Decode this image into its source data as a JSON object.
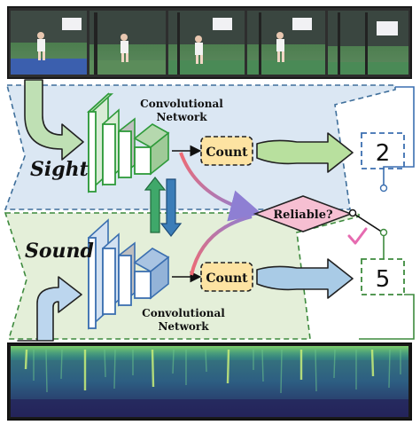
{
  "branches": {
    "sight": "Sight",
    "sound": "Sound"
  },
  "networks": {
    "top_label_line1": "Convolutional",
    "top_label_line2": "Network",
    "bottom_label_line1": "Convolutional",
    "bottom_label_line2": "Network"
  },
  "count_top": "Count",
  "count_bottom": "Count",
  "decision": "Reliable?",
  "outputs": {
    "sight_count": "2",
    "sound_count": "5"
  },
  "colors": {
    "sight_panel": "#dbe7f3",
    "sound_panel": "#e4efd9",
    "sight_accent": "#2e9a3a",
    "sound_accent": "#3b6fb0",
    "count_fill": "#fde3a2",
    "decision_fill": "#f6bfd2",
    "check": "#e66bb0"
  },
  "icons": {
    "check": "check-mark-icon"
  }
}
